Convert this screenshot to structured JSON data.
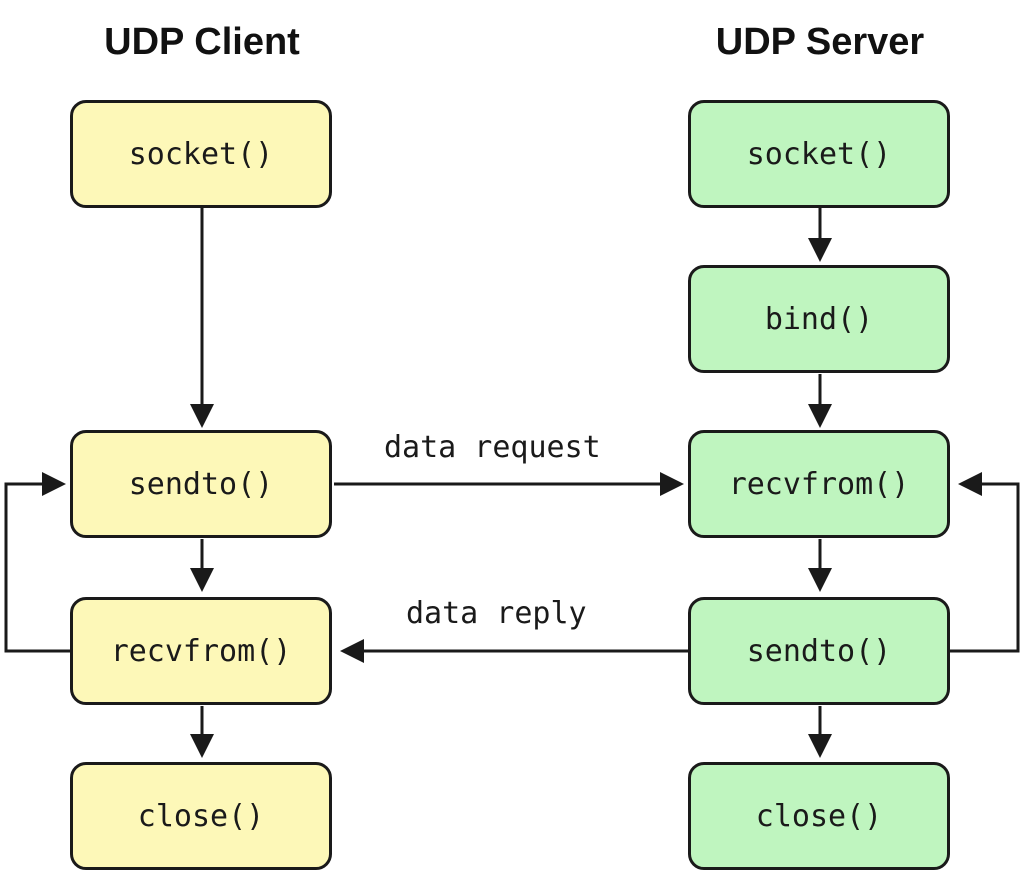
{
  "titles": {
    "client": "UDP Client",
    "server": "UDP Server"
  },
  "client_nodes": {
    "socket": "socket()",
    "sendto": "sendto()",
    "recvfrom": "recvfrom()",
    "close": "close()"
  },
  "server_nodes": {
    "socket": "socket()",
    "bind": "bind()",
    "recvfrom": "recvfrom()",
    "sendto": "sendto()",
    "close": "close()"
  },
  "edge_labels": {
    "request": "data request",
    "reply": "data reply"
  },
  "colors": {
    "client_fill": "#fdf8b8",
    "server_fill": "#bff5bf",
    "stroke": "#1a1a1a"
  }
}
